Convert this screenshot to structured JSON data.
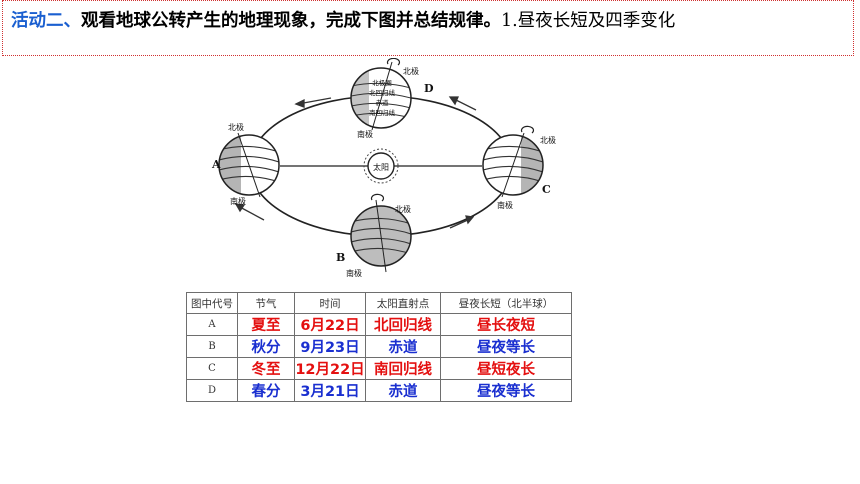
{
  "heading": {
    "prefix": "活动二、",
    "main": "观看地球公转产生的地理现象，完成下图并总结规律。",
    "sub": "1.昼夜长短及四季变化"
  },
  "diagram": {
    "sun_label": "太阳",
    "positions": [
      "A",
      "B",
      "C",
      "D"
    ],
    "north_pole_label": "北极",
    "south_pole_label": "南极",
    "latitude_labels": [
      "北极圈",
      "北回归线",
      "赤道",
      "南回归线"
    ]
  },
  "table": {
    "headers": [
      "图中代号",
      "节气",
      "时间",
      "太阳直射点",
      "昼夜长短（北半球）"
    ],
    "rows": [
      {
        "code": "A",
        "term": "夏至",
        "date": "6月22日",
        "point": "北回归线",
        "daynight": "昼长夜短",
        "color": "#e41010"
      },
      {
        "code": "B",
        "term": "秋分",
        "date": "9月23日",
        "point": "赤道",
        "daynight": "昼夜等长",
        "color": "#1a2fd0"
      },
      {
        "code": "C",
        "term": "冬至",
        "date": "12月22日",
        "point": "南回归线",
        "daynight": "昼短夜长",
        "color": "#e41010"
      },
      {
        "code": "D",
        "term": "春分",
        "date": "3月21日",
        "point": "赤道",
        "daynight": "昼夜等长",
        "color": "#1a2fd0"
      }
    ]
  }
}
